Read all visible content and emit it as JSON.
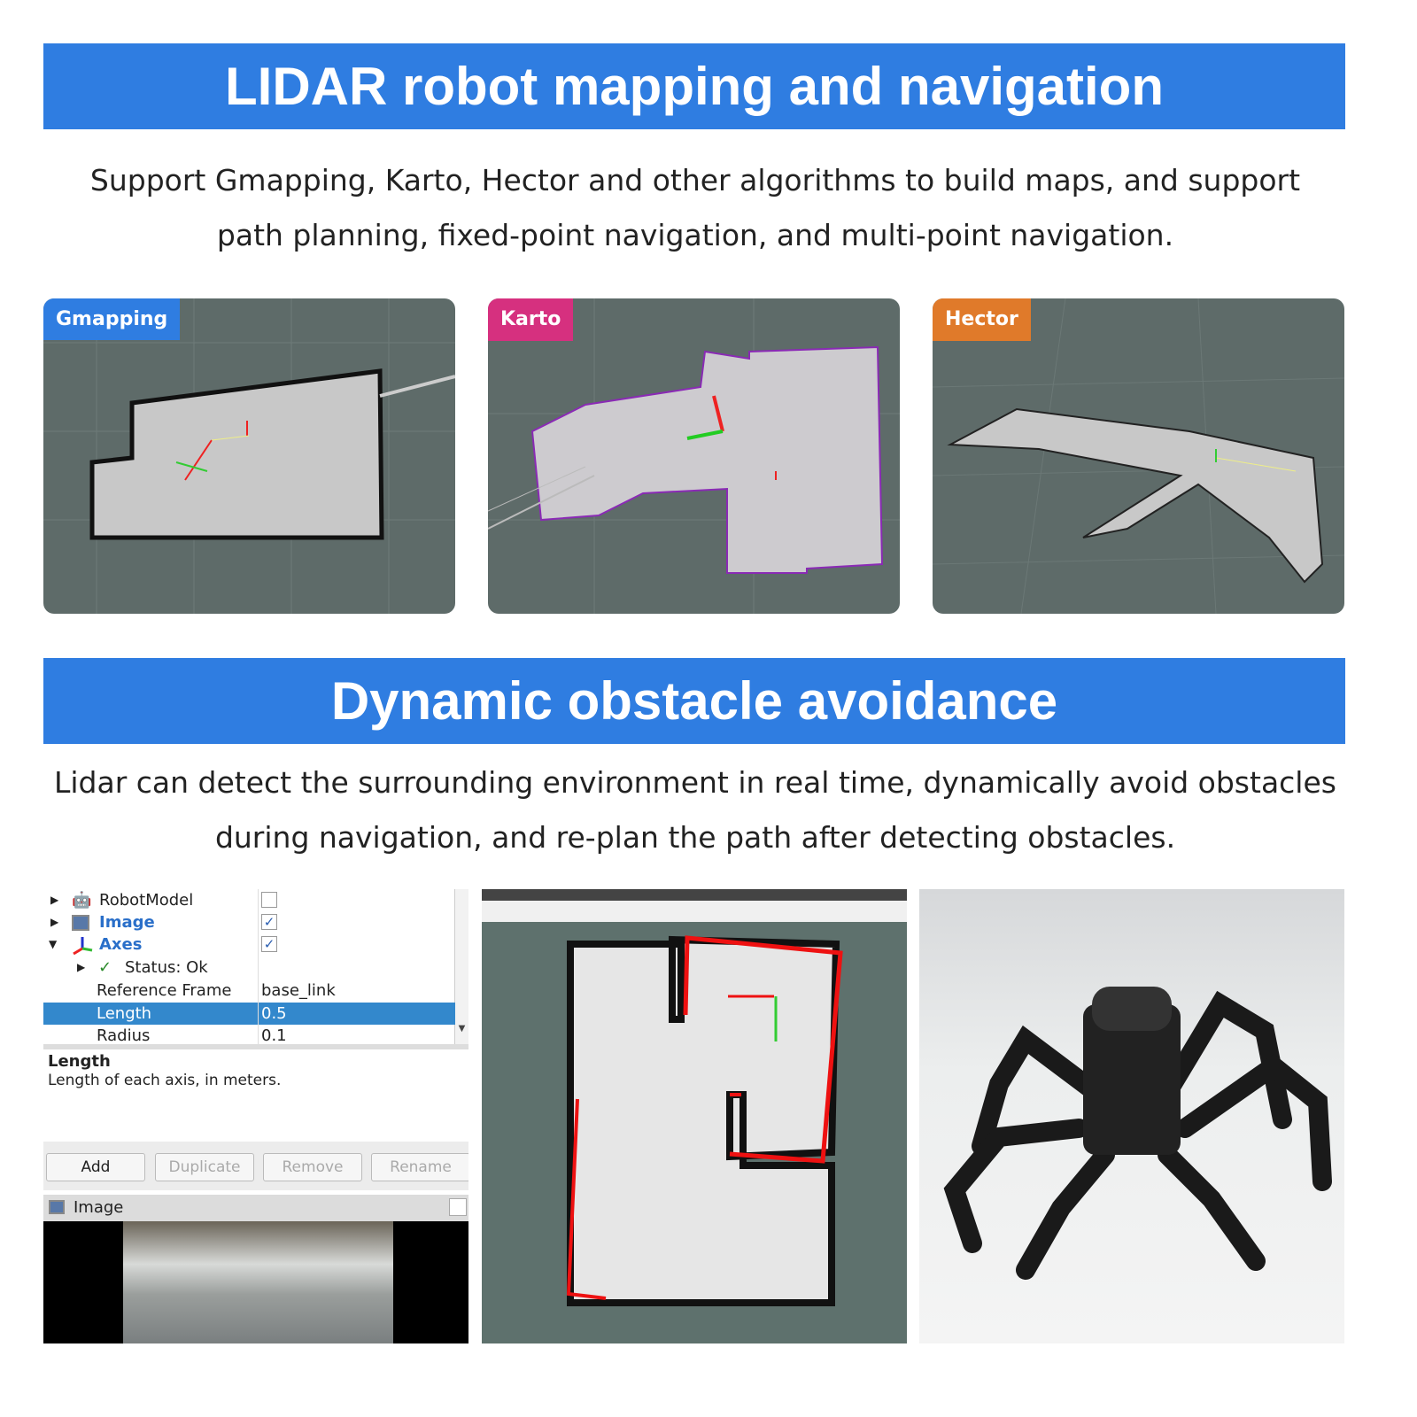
{
  "section1": {
    "title": "LIDAR robot mapping and navigation",
    "description": "Support Gmapping, Karto, Hector and other algorithms to build maps, and support path planning, fixed-point navigation, and multi-point navigation.",
    "panels": [
      {
        "label": "Gmapping",
        "color": "#2f7de1"
      },
      {
        "label": "Karto",
        "color": "#d6307f"
      },
      {
        "label": "Hector",
        "color": "#e07a2a"
      }
    ]
  },
  "section2": {
    "title": "Dynamic obstacle avoidance",
    "description": "Lidar can detect the surrounding environment in real time, dynamically avoid obstacles during navigation, and re-plan the path after detecting obstacles."
  },
  "rviz": {
    "displays": [
      {
        "label": "RobotModel",
        "checked": false,
        "icon": "robot-icon"
      },
      {
        "label": "Image",
        "checked": true,
        "icon": "image-icon"
      },
      {
        "label": "Axes",
        "checked": true,
        "icon": "axes-icon"
      }
    ],
    "status": "Status: Ok",
    "properties": [
      {
        "name": "Reference Frame",
        "value": "base_link"
      },
      {
        "name": "Length",
        "value": "0.5"
      },
      {
        "name": "Radius",
        "value": "0.1"
      }
    ],
    "help_title": "Length",
    "help_text": "Length of each axis, in meters.",
    "buttons": {
      "add": "Add",
      "duplicate": "Duplicate",
      "remove": "Remove",
      "rename": "Rename"
    },
    "image_panel_title": "Image"
  }
}
